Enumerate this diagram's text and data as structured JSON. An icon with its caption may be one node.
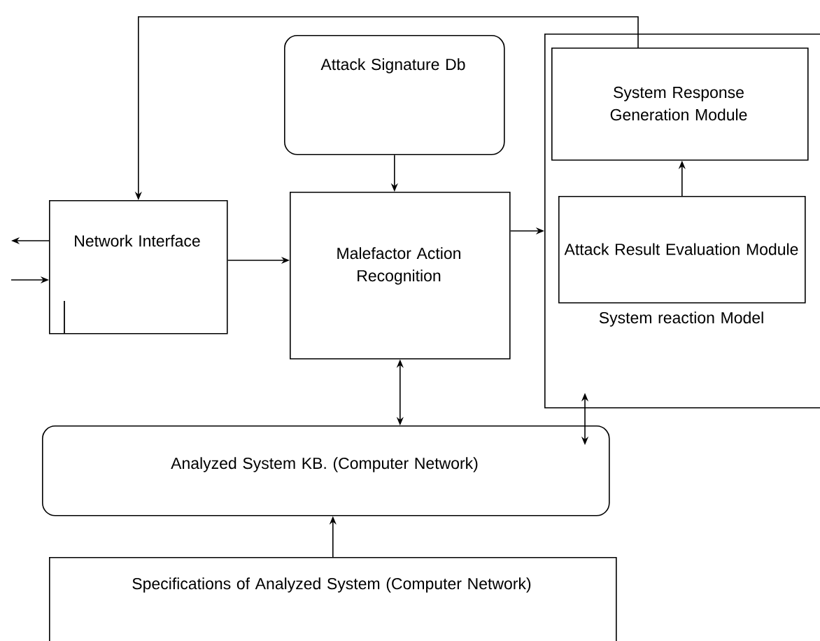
{
  "diagram": {
    "nodes": [
      {
        "text": [
          "Attack Signature Db"
        ]
      },
      {
        "text": [
          "System reaction Model"
        ]
      },
      {
        "text": [
          "System Response Generation Module"
        ],
        "in": 1
      },
      {
        "text": [
          "Network Interface"
        ]
      },
      {
        "text": [
          "Malefactor Action Recognition"
        ]
      },
      {
        "text": [
          "Attack Result Evaluation Module"
        ],
        "in": 1
      },
      {
        "text": [
          "Analyzed System KB. (Computer Network)"
        ]
      },
      {
        "text": [
          "Specifications of Analyzed System (Computer Network)"
        ]
      }
    ],
    "edges": [
      {
        "from": 2,
        "to": 3,
        "arrow": "to"
      },
      {
        "from": 3,
        "to": null,
        "arrow": "to"
      },
      {
        "from": null,
        "to": 3,
        "arrow": "to"
      },
      {
        "from": 3,
        "to": 4,
        "arrow": "to"
      },
      {
        "from": 0,
        "to": 4,
        "arrow": "to"
      },
      {
        "from": 4,
        "to": 1,
        "arrow": "to"
      },
      {
        "from": 5,
        "to": 2,
        "arrow": "to"
      },
      {
        "from": 4,
        "to": 6,
        "arrow": "both"
      },
      {
        "from": 1,
        "to": 6,
        "arrow": "both"
      },
      {
        "from": 7,
        "to": 6,
        "arrow": "to"
      }
    ]
  }
}
